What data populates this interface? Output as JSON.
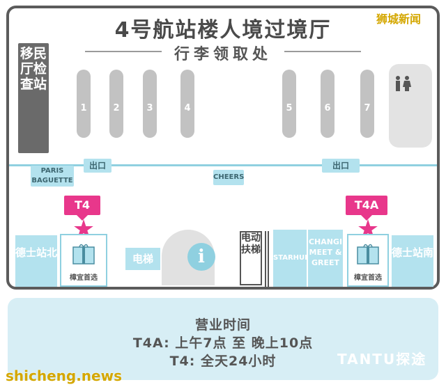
{
  "title": "4号航站楼人境过境厅",
  "subtitle": "行李领取处",
  "immigration": "移民厅检查站",
  "belts": [
    "1",
    "2",
    "3",
    "4",
    "5",
    "6",
    "7"
  ],
  "toilet_icon": "restroom-icon",
  "exit_label": "出口",
  "shops": {
    "paris_baguette": "PARIS BAGUETTE",
    "cheers": "CHEERS",
    "starhub": "STARHUB",
    "changi": "CHANGI MEET & GREET",
    "duty_free": "樟宜首选"
  },
  "tags": {
    "t4": "T4",
    "t4a": "T4A"
  },
  "taxi_north": "德士站北",
  "taxi_south": "德士站南",
  "elevator": "电梯",
  "escalator": "电动扶梯",
  "info_icon": "i",
  "hours": {
    "heading": "营业时间",
    "t4a": "T4A: 上午7点 至 晚上10点",
    "t4": "T4:    全天24小时"
  },
  "watermarks": {
    "top_right": "狮城新闻",
    "bottom_left": "shicheng.news",
    "brand": "TANTU探途"
  },
  "colors": {
    "accent_pink": "#e8378b",
    "light_blue": "#b3e2ee",
    "dark_gray": "#5b5b5b"
  }
}
